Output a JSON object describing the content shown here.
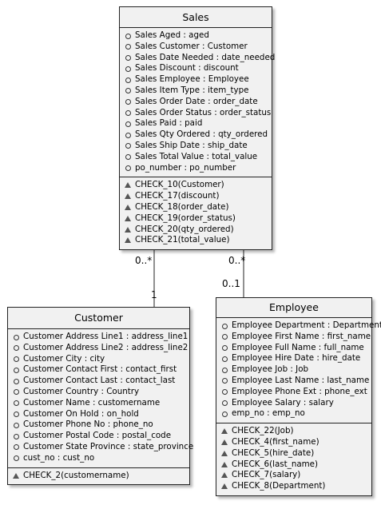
{
  "sales": {
    "title": "Sales",
    "attributes": [
      "Sales Aged : aged",
      "Sales Customer : Customer",
      "Sales Date Needed : date_needed",
      "Sales Discount : discount",
      "Sales Employee : Employee",
      "Sales Item Type : item_type",
      "Sales Order Date : order_date",
      "Sales Order Status : order_status",
      "Sales Paid : paid",
      "Sales Qty Ordered : qty_ordered",
      "Sales Ship Date : ship_date",
      "Sales Total Value : total_value",
      "po_number : po_number"
    ],
    "operations": [
      "CHECK_10(Customer)",
      "CHECK_17(discount)",
      "CHECK_18(order_date)",
      "CHECK_19(order_status)",
      "CHECK_20(qty_ordered)",
      "CHECK_21(total_value)"
    ]
  },
  "customer": {
    "title": "Customer",
    "attributes": [
      "Customer Address Line1 : address_line1",
      "Customer Address Line2 : address_line2",
      "Customer City : city",
      "Customer Contact First : contact_first",
      "Customer Contact Last : contact_last",
      "Customer Country : Country",
      "Customer Name : customername",
      "Customer On Hold : on_hold",
      "Customer Phone No : phone_no",
      "Customer Postal Code : postal_code",
      "Customer State Province : state_province",
      "cust_no : cust_no"
    ],
    "operations": [
      "CHECK_2(customername)"
    ]
  },
  "employee": {
    "title": "Employee",
    "attributes": [
      "Employee Department : Department",
      "Employee First Name : first_name",
      "Employee Full Name : full_name",
      "Employee Hire Date : hire_date",
      "Employee Job : Job",
      "Employee Last Name : last_name",
      "Employee Phone Ext : phone_ext",
      "Employee Salary : salary",
      "emp_no : emp_no"
    ],
    "operations": [
      "CHECK_22(Job)",
      "CHECK_4(first_name)",
      "CHECK_5(hire_date)",
      "CHECK_6(last_name)",
      "CHECK_7(salary)",
      "CHECK_8(Department)"
    ]
  },
  "links": {
    "sales_customer": {
      "sales_end": "0..*",
      "customer_end": "1"
    },
    "sales_employee": {
      "sales_end": "0..*",
      "employee_end": "0..1"
    }
  }
}
